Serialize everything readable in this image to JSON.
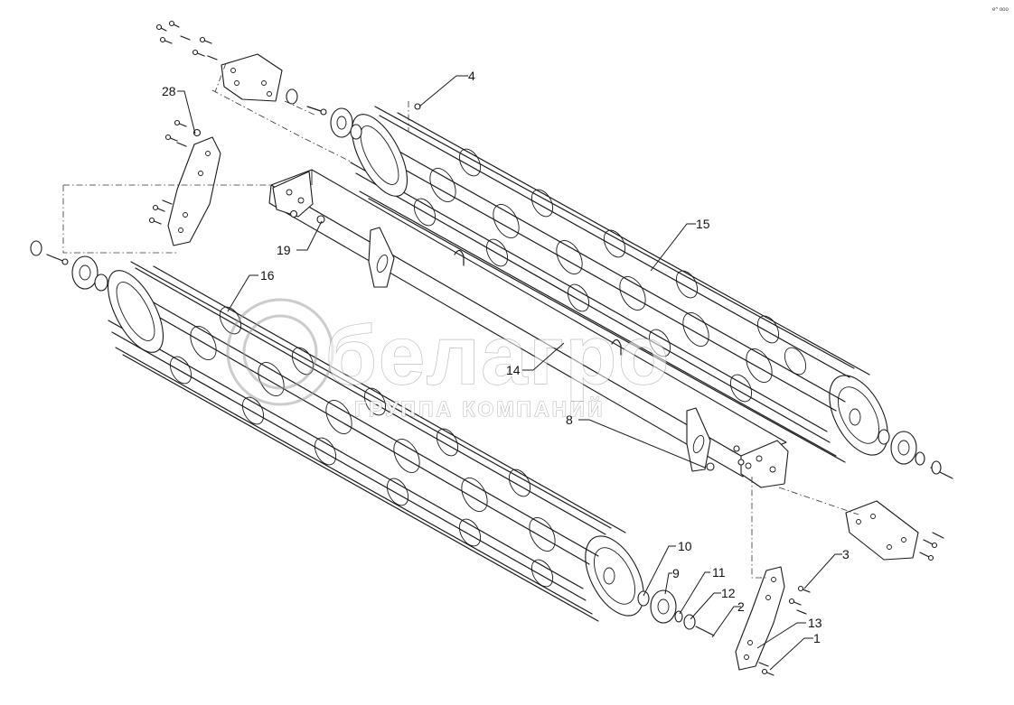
{
  "diagram": {
    "callouts": [
      {
        "id": "c1",
        "text": "1"
      },
      {
        "id": "c2",
        "text": "2"
      },
      {
        "id": "c3",
        "text": "3"
      },
      {
        "id": "c4",
        "text": "4"
      },
      {
        "id": "c8",
        "text": "8"
      },
      {
        "id": "c9",
        "text": "9"
      },
      {
        "id": "c10",
        "text": "10"
      },
      {
        "id": "c11",
        "text": "11"
      },
      {
        "id": "c12",
        "text": "12"
      },
      {
        "id": "c13",
        "text": "13"
      },
      {
        "id": "c14",
        "text": "14"
      },
      {
        "id": "c15",
        "text": "15"
      },
      {
        "id": "c16",
        "text": "16"
      },
      {
        "id": "c19",
        "text": "19"
      },
      {
        "id": "c28",
        "text": "28"
      }
    ],
    "corner_mark": "e^ ooo"
  },
  "watermark": {
    "brand": "белагро",
    "tagline": "ГРУППА КОМПАНИЙ"
  },
  "colors": {
    "line": "#1a1a1a",
    "background": "#ffffff",
    "watermark": "#8a8a8a"
  }
}
